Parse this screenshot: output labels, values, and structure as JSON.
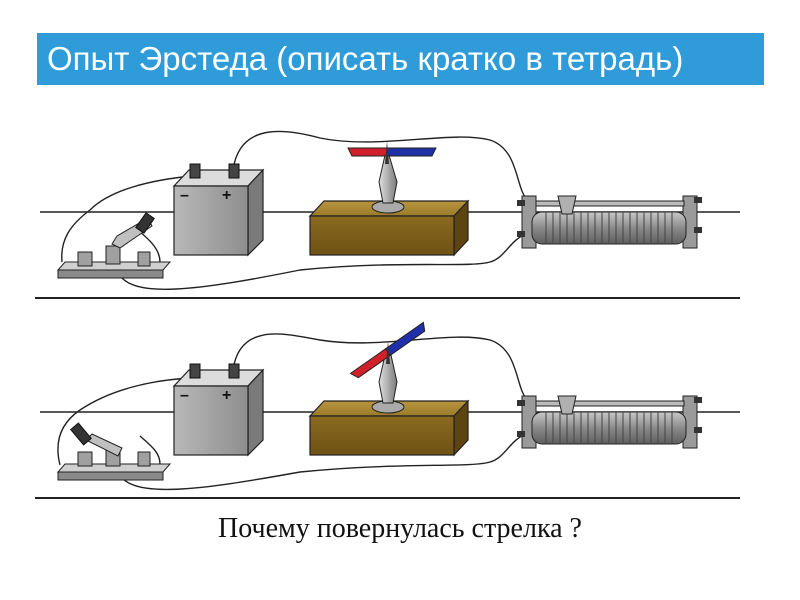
{
  "slide": {
    "title": "Опыт Эрстеда (описать кратко в тетрадь)",
    "question": "Почему повернулась стрелка ?"
  },
  "battery": {
    "minus_label": "–",
    "plus_label": "+"
  },
  "states": [
    {
      "id": "switch-open",
      "switch": "open",
      "needle": "aligned"
    },
    {
      "id": "switch-closed",
      "switch": "closed",
      "needle": "deflected"
    }
  ],
  "colors": {
    "title_background": "#2f9bd9",
    "title_text": "#ffffff",
    "needle_north": "#d0202a",
    "needle_south": "#2030a8",
    "wooden_block": "#9a7a2a",
    "battery": "#9a9a9a"
  }
}
